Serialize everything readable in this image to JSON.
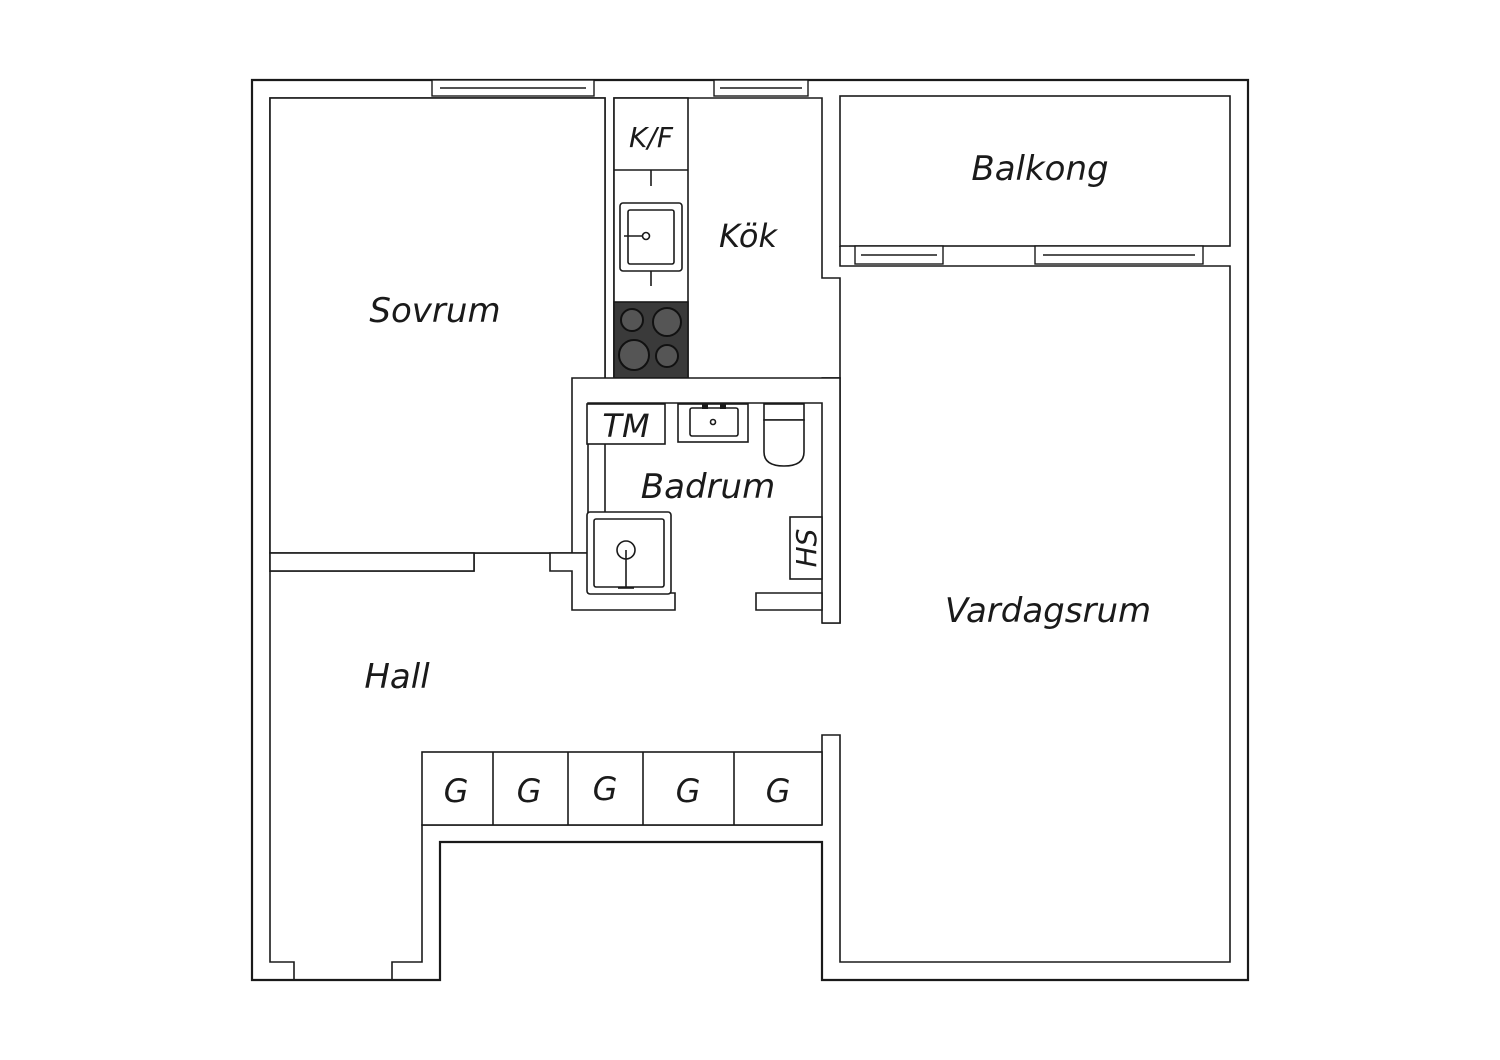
{
  "rooms": {
    "bedroom": "Sovrum",
    "kitchen": "Kök",
    "fridge_freezer": "K/F",
    "balcony": "Balkong",
    "bathroom": "Badrum",
    "washer": "TM",
    "cabinet": "HS",
    "living_room": "Vardagsrum",
    "hall": "Hall"
  },
  "wardrobes": [
    "G",
    "G",
    "G",
    "G",
    "G"
  ],
  "colors": {
    "line": "#1a1a1a",
    "background": "#ffffff",
    "stove": "#3a3a3a"
  }
}
